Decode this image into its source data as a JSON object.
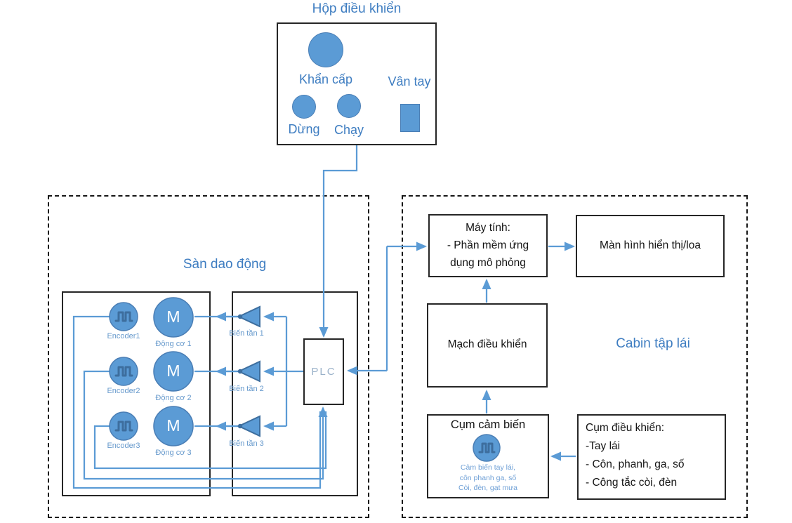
{
  "colors": {
    "accent_line": "#5B9BD5",
    "shape_fill": "#5B9BD5",
    "shape_stroke_dark": "#3D6E9E",
    "heading_blue": "#3E7DC1",
    "small_label_blue": "#6699CC",
    "box_border": "#262626",
    "plc_text": "#9AB1C9",
    "body_text": "#141414"
  },
  "control_box": {
    "title": "Hộp điều khiển",
    "emergency_label": "Khẩn cấp",
    "fingerprint_label": "Vân tay",
    "stop_label": "Dừng",
    "run_label": "Chạy"
  },
  "platform": {
    "title": "Sàn dao động",
    "plc_label": "PLC",
    "encoders": [
      {
        "label": "Encoder1"
      },
      {
        "label": "Encoder2"
      },
      {
        "label": "Encoder3"
      }
    ],
    "motors": [
      {
        "symbol": "M",
        "label": "Động cơ 1"
      },
      {
        "symbol": "M",
        "label": "Động cơ 2"
      },
      {
        "symbol": "M",
        "label": "Động cơ 3"
      }
    ],
    "inverters": [
      {
        "label": "Biến tần 1"
      },
      {
        "label": "Biến tần 2"
      },
      {
        "label": "Biến tần 3"
      }
    ]
  },
  "cabin": {
    "title": "Cabin tập lái",
    "computer_box": {
      "lines": [
        "Máy tính:",
        "- Phần mềm ứng",
        "dụng mô phỏng"
      ]
    },
    "display_box": {
      "label": "Màn hình hiển thị/loa"
    },
    "control_circuit_box": {
      "label": "Mạch điều khiển"
    },
    "sensor_box": {
      "title": "Cụm cảm biến",
      "lines": [
        "Cảm biến tay lái,",
        "côn phanh ga, số",
        "Còi, đèn, gạt mưa"
      ]
    },
    "driver_controls_box": {
      "lines": [
        "Cụm điều khiển:",
        "-Tay lái",
        "- Côn, phanh, ga, số",
        "- Công tắc còi, đèn"
      ]
    }
  },
  "icons": {
    "emergency_button_icon": "large-filled-circle",
    "stop_button_icon": "filled-circle",
    "run_button_icon": "filled-circle",
    "fingerprint_icon": "filled-rectangle",
    "encoder_icon": "square-wave-pulse",
    "motor_icon": "circle-with-M",
    "inverter_icon": "left-pointing-triangle",
    "sensor_cluster_icon": "square-wave-pulse"
  }
}
